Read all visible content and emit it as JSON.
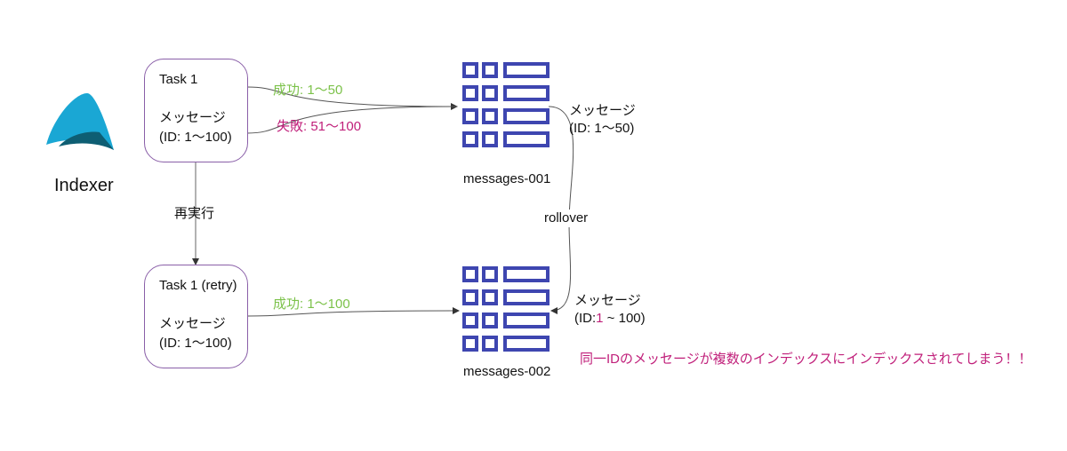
{
  "logo": {
    "icon": "indexer-logo-icon",
    "label": "Indexer"
  },
  "tasks": [
    {
      "title": "Task 1",
      "body_line1": "メッセージ",
      "body_line2": "(ID: 1〜100)"
    },
    {
      "title": "Task 1 (retry)",
      "body_line1": "メッセージ",
      "body_line2": "(ID: 1〜100)"
    }
  ],
  "edges": {
    "retry_label": "再実行",
    "success1": "成功: 1〜50",
    "failure1": "失敗: 51〜100",
    "success2": "成功: 1〜100",
    "rollover": "rollover"
  },
  "indices": [
    {
      "icon": "index-table-icon",
      "name": "messages-001",
      "msg_line1": "メッセージ",
      "msg_line2": "(ID: 1〜50)"
    },
    {
      "icon": "index-table-icon",
      "name": "messages-002",
      "msg_line1": "メッセージ",
      "msg_line2_prefix": "(ID:",
      "msg_line2_highlight": "1",
      "msg_line2_suffix": " ~ 100)"
    }
  ],
  "warning": "同一IDのメッセージが複数のインデックスにインデックスされてしまう！！",
  "colors": {
    "success": "#7cc24a",
    "failure": "#c01f7a",
    "warning": "#c01f7a",
    "task_border": "#8a5fa8",
    "index_icon": "#3e46b0",
    "logo_light": "#1aa7d4",
    "logo_dark": "#0e5e73"
  }
}
